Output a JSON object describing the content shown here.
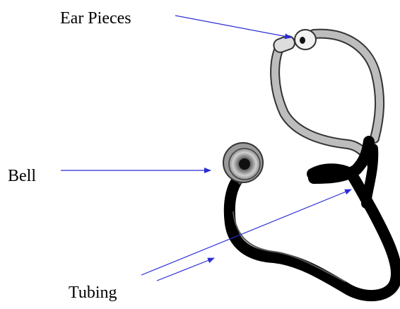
{
  "labels": {
    "ear_pieces": "Ear Pieces",
    "bell": "Bell",
    "tubing": "Tubing"
  },
  "colors": {
    "arrow": "#2b2bd6",
    "tubing": "#000000",
    "binaural": "#b9b9b9",
    "outline": "#333333"
  }
}
